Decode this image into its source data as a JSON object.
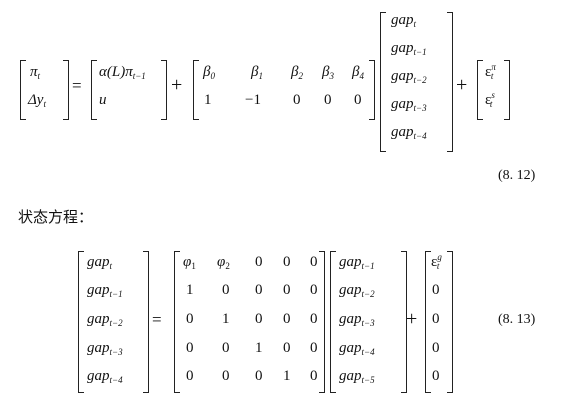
{
  "eq812": {
    "lhs": [
      "π",
      "Δy"
    ],
    "lhs_sub": [
      "t",
      "t"
    ],
    "eq": "=",
    "rhs1": [
      "α(L)π",
      "u"
    ],
    "rhs1_sub": [
      "t−1",
      ""
    ],
    "plus1": "+",
    "beta_row": [
      "β",
      "β",
      "β",
      "β",
      "β"
    ],
    "beta_sub": [
      "0",
      "1",
      "2",
      "3",
      "4"
    ],
    "second_row": [
      "1",
      "−1",
      "0",
      "0",
      "0"
    ],
    "gap_vec": [
      "gap",
      "gap",
      "gap",
      "gap",
      "gap"
    ],
    "gap_sub": [
      "t",
      "t−1",
      "t−2",
      "t−3",
      "t−4"
    ],
    "plus2": "+",
    "eps": [
      "ε",
      "ε"
    ],
    "eps_sup": [
      "π",
      "s"
    ],
    "eps_sub": [
      "t",
      "t"
    ],
    "label": "(8. 12)"
  },
  "state_heading": "状态方程：",
  "eq813": {
    "lhs_sub": [
      "t",
      "t−1",
      "t−2",
      "t−3",
      "t−4"
    ],
    "gap_label": "gap",
    "eq": "=",
    "phi": [
      "φ",
      "φ"
    ],
    "phi_sub": [
      "1",
      "2"
    ],
    "matrix_rows": [
      [
        "",
        "",
        "0",
        "0",
        "0"
      ],
      [
        "1",
        "0",
        "0",
        "0",
        "0"
      ],
      [
        "0",
        "1",
        "0",
        "0",
        "0"
      ],
      [
        "0",
        "0",
        "1",
        "0",
        "0"
      ],
      [
        "0",
        "0",
        "0",
        "1",
        "0"
      ]
    ],
    "rhs_sub": [
      "t−1",
      "t−2",
      "t−3",
      "t−4",
      "t−5"
    ],
    "plus": "+",
    "noise": [
      "ε",
      "0",
      "0",
      "0",
      "0"
    ],
    "noise_sup": "g",
    "noise_sub": "t",
    "label": "(8. 13)"
  }
}
